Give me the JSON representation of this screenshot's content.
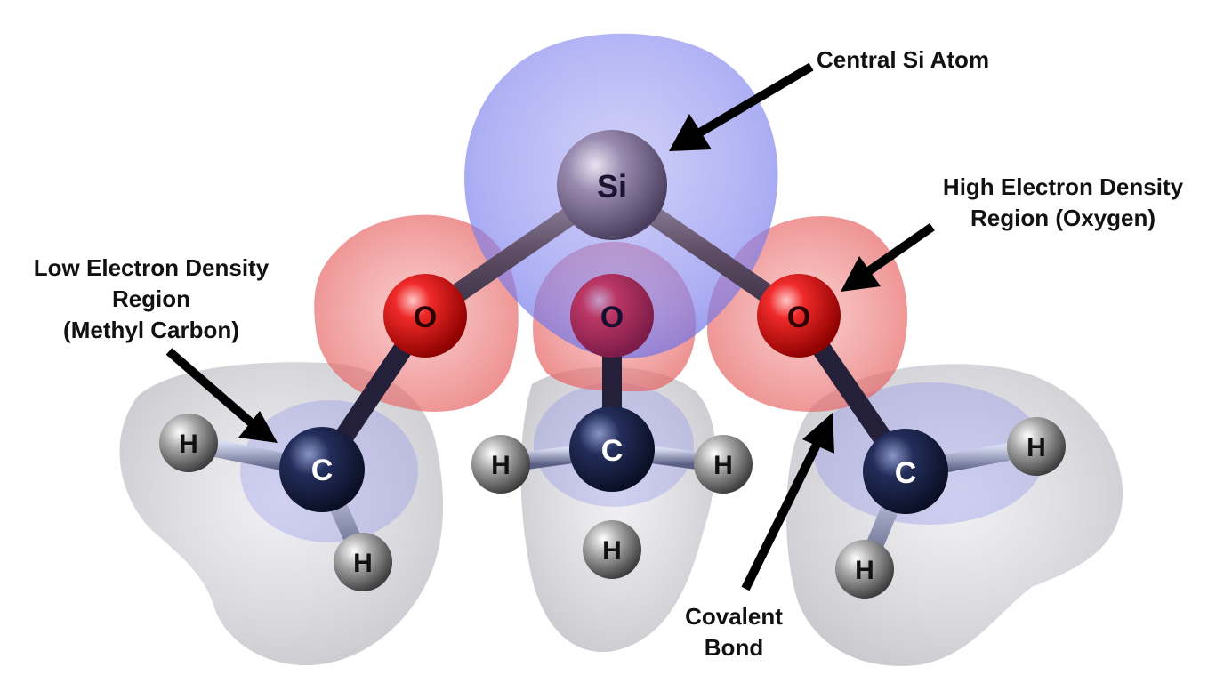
{
  "atoms": {
    "si": "Si",
    "o": "O",
    "c": "C",
    "h": "H"
  },
  "labels": {
    "central_si": "Central Si Atom",
    "high_density": {
      "line1": "High Electron Density",
      "line2": "Region (Oxygen)"
    },
    "low_density": {
      "line1": "Low Electron Density",
      "line2": "Region",
      "line3": "(Methyl Carbon)"
    },
    "covalent_bond": {
      "line1": "Covalent",
      "line2": "Bond"
    }
  },
  "colors": {
    "silicon": "#7a6a92",
    "oxygen": "#e01818",
    "carbon": "#1c2548",
    "hydrogen": "#8a8a8a",
    "positive_cloud": "#7f82ee",
    "negative_cloud": "#ec6c6c",
    "neutral_cloud": "#c4c4c4",
    "arrow": "#000000"
  }
}
